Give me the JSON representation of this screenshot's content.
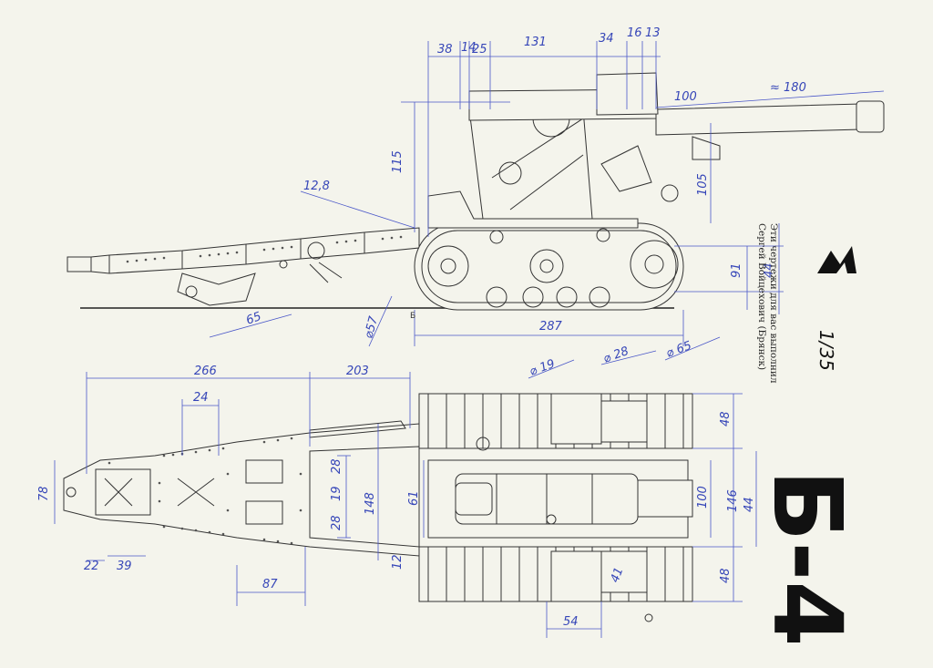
{
  "credit": {
    "line1": "Эти чертежи для вас выполнил",
    "line2": "Сергей Войцехович (Брянск)"
  },
  "logo": {
    "mark": "M",
    "scale": "1/35"
  },
  "title": "Б-4",
  "side_view": {
    "dims": {
      "d38": "38",
      "d14": "14",
      "d25": "25",
      "d131": "131",
      "d34": "34",
      "d16": "16",
      "d13": "13",
      "d100": "100",
      "d180": "≈ 180",
      "d115": "115",
      "d12_8": "12,8",
      "d105": "105",
      "d44": "44",
      "d91": "91",
      "d65a": "65",
      "d57": "⌀57",
      "d287": "287",
      "d19": "⌀ 19",
      "d28": "⌀ 28",
      "d65b": "⌀ 65"
    },
    "mark_b": "Б"
  },
  "top_view": {
    "dims": {
      "d266": "266",
      "d203": "203",
      "d24": "24",
      "d78": "78",
      "d22": "22",
      "d39": "39",
      "d28a": "28",
      "d19": "19",
      "d28b": "28",
      "d148": "148",
      "d61": "61",
      "d87": "87",
      "d12": "12",
      "d41": "41",
      "d54": "54",
      "d48a": "48",
      "d100": "100",
      "d146": "146",
      "d44": "44",
      "d48b": "48"
    }
  },
  "colors": {
    "paper": "#f4f4ec",
    "dimension_ink": "#3646b8",
    "drawing_ink": "#333333",
    "logo": "#111111"
  }
}
